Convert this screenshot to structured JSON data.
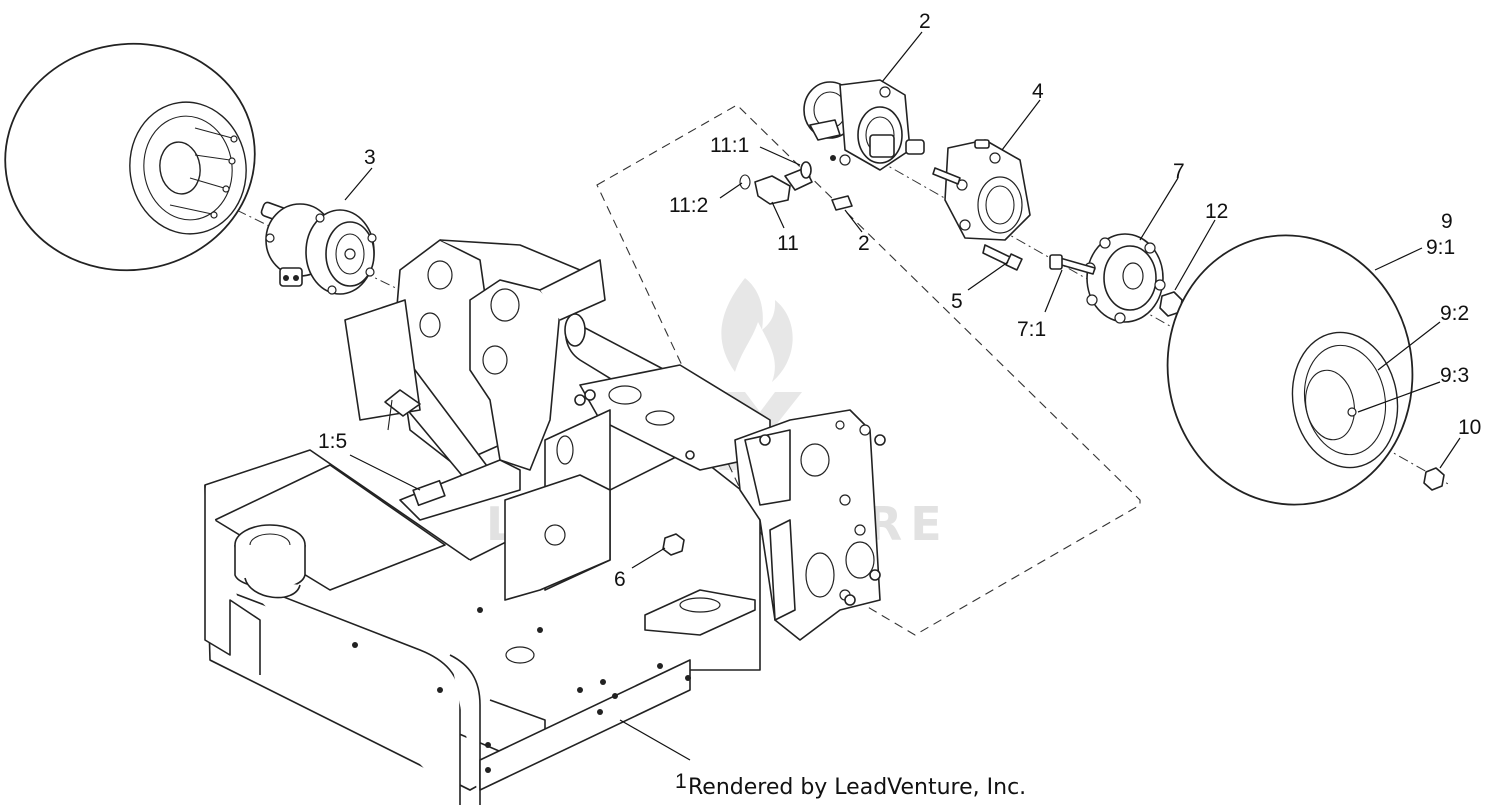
{
  "diagram": {
    "callouts": {
      "c1": "1",
      "c1_5": "1:5",
      "c2_top": "2",
      "c2_bottom": "2",
      "c3": "3",
      "c4": "4",
      "c5": "5",
      "c6": "6",
      "c7": "7",
      "c7_1": "7:1",
      "c9": "9",
      "c9_1": "9:1",
      "c9_2": "9:2",
      "c9_3": "9:3",
      "c10": "10",
      "c11": "11",
      "c11_1": "11:1",
      "c11_2": "11:2",
      "c12": "12"
    },
    "watermark": "LEADVENTURE",
    "credit": "Rendered by LeadVenture, Inc."
  }
}
